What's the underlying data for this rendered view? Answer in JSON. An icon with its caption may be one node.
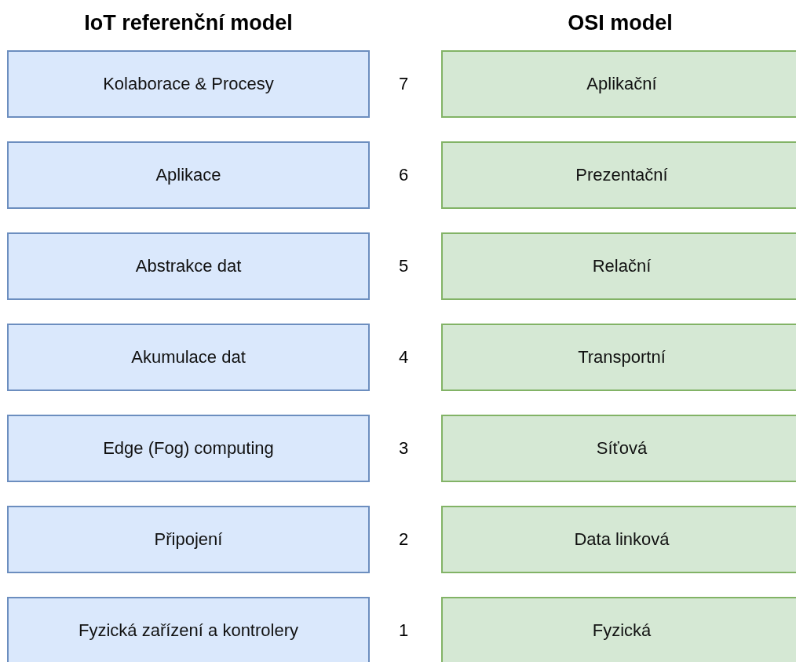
{
  "diagram": {
    "nodes": [
      {
        "text": [
          "Kolaborace & Procesy"
        ]
      },
      {
        "text": [
          "Aplikace"
        ]
      },
      {
        "text": [
          "Abstrakce dat"
        ]
      },
      {
        "text": [
          "Akumulace dat"
        ]
      },
      {
        "text": [
          "Edge (Fog) computing"
        ]
      },
      {
        "text": [
          "Připojení"
        ]
      },
      {
        "text": [
          "Fyzická zařízení a kontrolery"
        ]
      },
      {
        "text": [
          "Aplikační"
        ]
      },
      {
        "text": [
          "Prezentační"
        ]
      },
      {
        "text": [
          "Relační"
        ]
      },
      {
        "text": [
          "Transportní"
        ]
      },
      {
        "text": [
          "Síťová"
        ]
      },
      {
        "text": [
          "Data linková"
        ]
      },
      {
        "text": [
          "Fyzická"
        ]
      }
    ],
    "labels": [
      "IoT referenční model",
      "OSI model",
      "7",
      "6",
      "5",
      "4",
      "3",
      "2",
      "1"
    ]
  }
}
